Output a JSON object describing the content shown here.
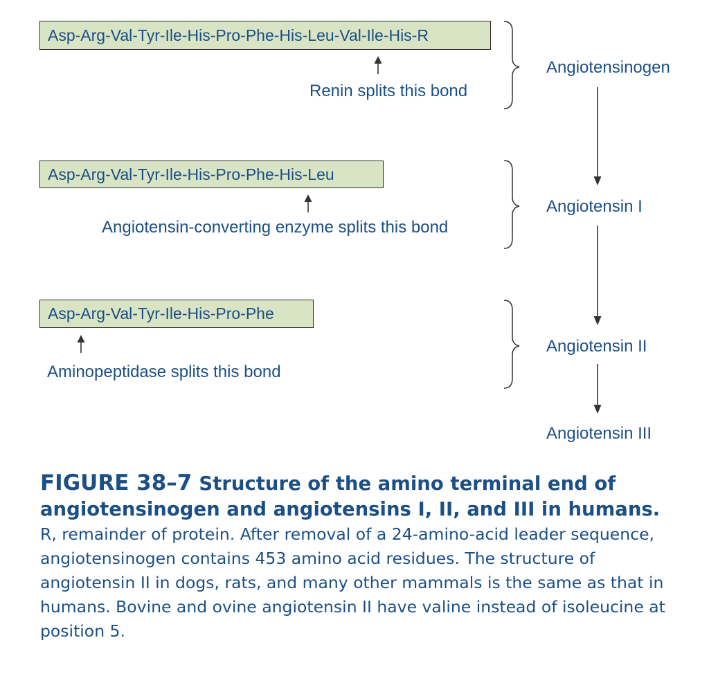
{
  "sequences": [
    {
      "text": "Asp-Arg-Val-Tyr-Ile-His-Pro-Phe-His-Leu-Val-Ile-His-R",
      "note": "Renin splits this bond",
      "product": "Angiotensinogen"
    },
    {
      "text": "Asp-Arg-Val-Tyr-Ile-His-Pro-Phe-His-Leu",
      "note": "Angiotensin-converting enzyme splits this bond",
      "product": "Angiotensin I"
    },
    {
      "text": "Asp-Arg-Val-Tyr-Ile-His-Pro-Phe",
      "note": "Aminopeptidase splits this bond",
      "product": "Angiotensin II"
    }
  ],
  "final_product": "Angiotensin III",
  "caption": {
    "label": "FIGURE 38–7",
    "title": "Structure of the amino terminal end of angiotensinogen and angiotensins I, II, and III in humans.",
    "body": "R, remainder of protein. After removal of a 24-amino-acid leader sequence, angiotensinogen contains 453 amino acid residues. The structure of angiotensin II in dogs, rats, and many other mammals is the same as that in humans. Bovine and ovine angiotensin II have valine instead of isoleucine at position 5."
  },
  "colors": {
    "text": "#1c4f86",
    "box_fill": "#d8e4c4",
    "box_border": "#2b2b2b",
    "lines": "#333333"
  }
}
